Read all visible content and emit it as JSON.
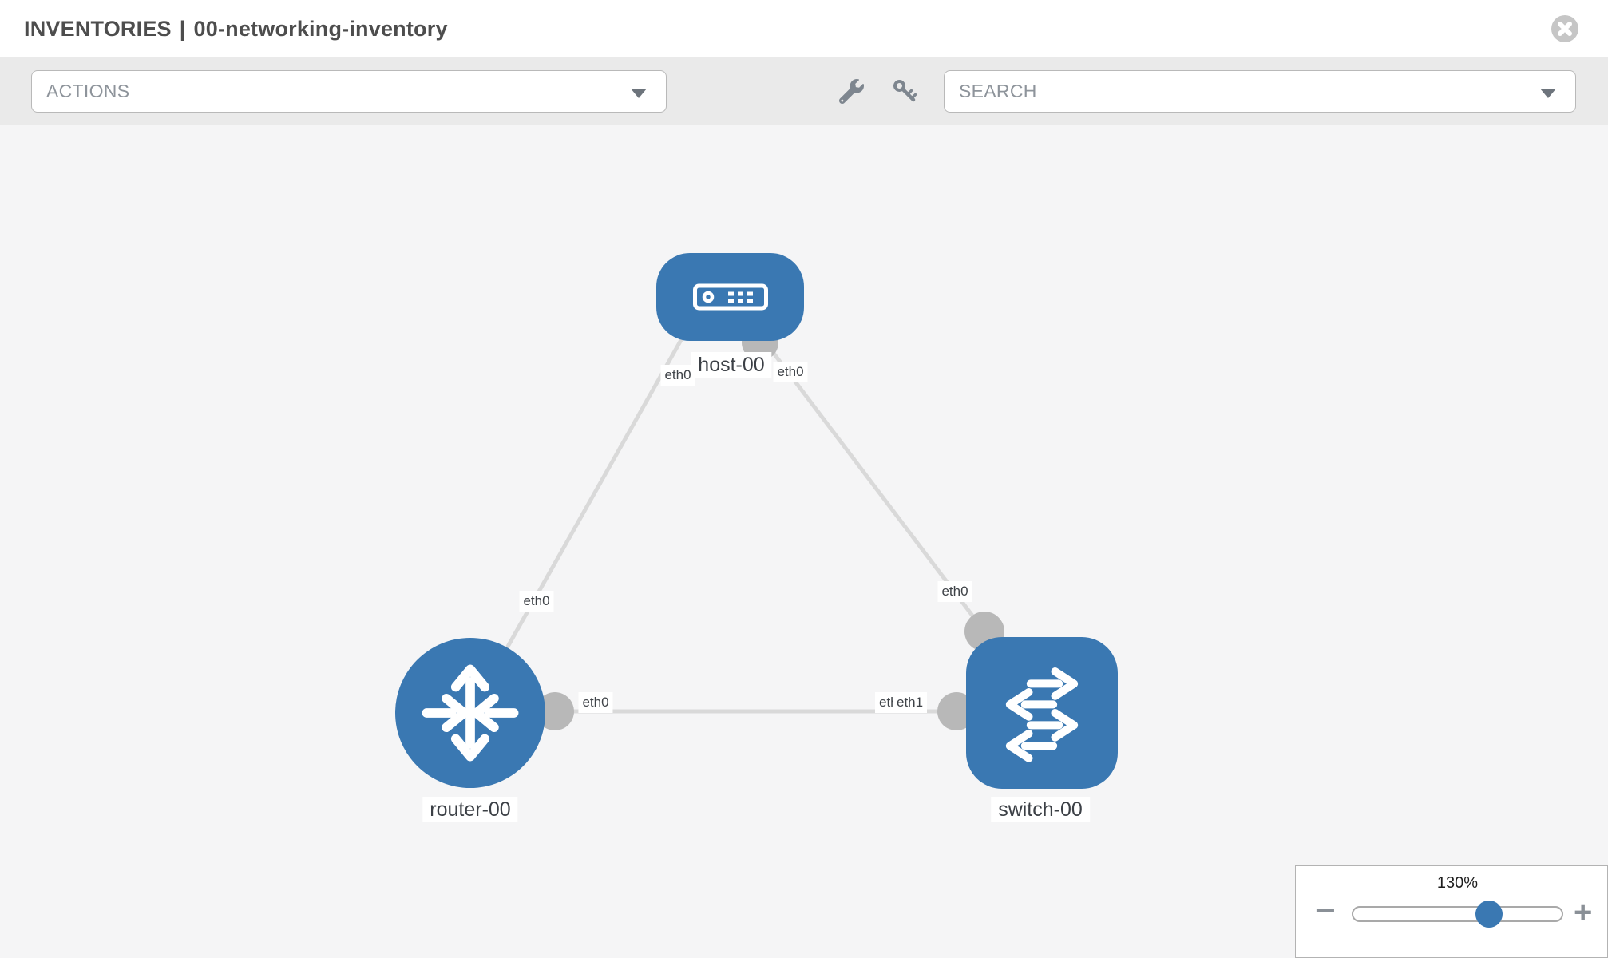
{
  "header": {
    "section": "INVENTORIES",
    "separator": "|",
    "inventory_name": "00-networking-inventory",
    "close_icon": "circle-x"
  },
  "toolbar": {
    "actions_placeholder": "ACTIONS",
    "search_placeholder": "SEARCH",
    "tool_icons": [
      "wrench-icon",
      "key-icon"
    ]
  },
  "topology": {
    "nodes": [
      {
        "id": "host-00",
        "label": "host-00",
        "type": "host",
        "shape": "rounded-rect"
      },
      {
        "id": "router-00",
        "label": "router-00",
        "type": "router",
        "shape": "circle"
      },
      {
        "id": "switch-00",
        "label": "switch-00",
        "type": "switch",
        "shape": "rounded-square"
      }
    ],
    "links": [
      {
        "from": "host-00",
        "to": "router-00",
        "from_iface": "eth0",
        "to_iface": "eth0"
      },
      {
        "from": "host-00",
        "to": "switch-00",
        "from_iface": "eth0",
        "to_iface": "eth0"
      },
      {
        "from": "router-00",
        "to": "switch-00",
        "from_iface": "eth0",
        "to_iface": "eth1"
      }
    ],
    "iface_labels": {
      "host_end_to_router": "eth0",
      "host_end_to_switch": "eth0",
      "router_end_to_host": "eth0",
      "switch_end_to_host": "eth0",
      "router_end_to_switch": "eth0",
      "switch_end_to_router": "eth1",
      "switch_end_to_router_hidden": "eth0"
    }
  },
  "zoom_control": {
    "level": "130%",
    "minus_label": "−",
    "plus_label": "+"
  },
  "colors": {
    "node_fill": "#3a78b2",
    "link": "#d9d9d9",
    "interface_dot": "#b8b8b8",
    "toolbar_bg": "#eaeaea",
    "canvas_bg": "#f5f5f6"
  }
}
